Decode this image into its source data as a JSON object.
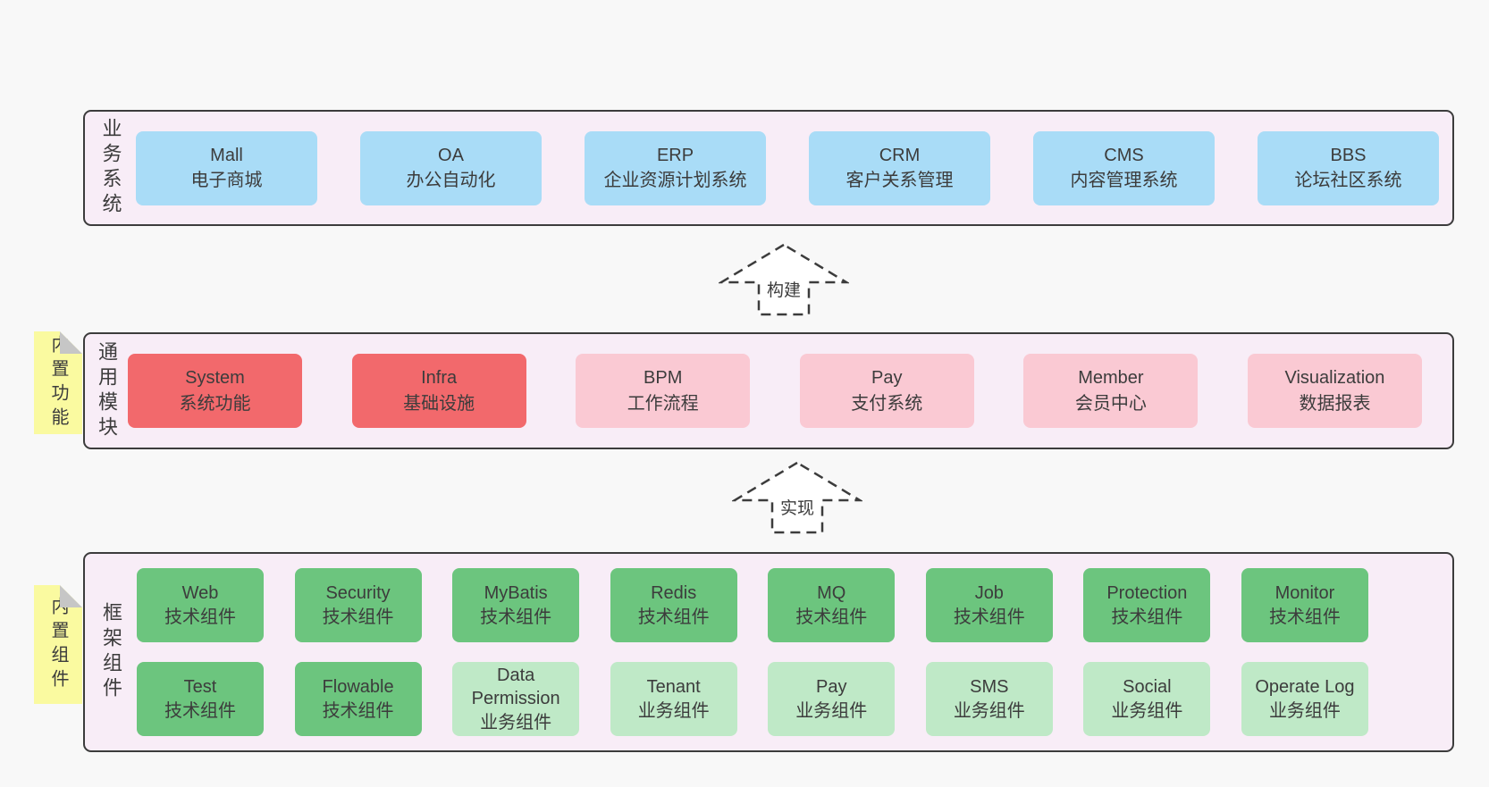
{
  "colors": {
    "page_bg": "#f8f8f8",
    "band_bg": "#f8edf7",
    "band_border": "#3c3c3c",
    "text": "#3c3c3c",
    "blue": "#a9dcf7",
    "red": "#f2696c",
    "pink": "#fac9d3",
    "green": "#6cc57e",
    "light_green": "#bfe9c7",
    "sticky_yellow": "#fafaa0",
    "sticky_fold": "#c6c6c6"
  },
  "bands": {
    "business": {
      "label": "业务系统",
      "boxes": [
        {
          "name": "Mall",
          "desc": "电子商城"
        },
        {
          "name": "OA",
          "desc": "办公自动化"
        },
        {
          "name": "ERP",
          "desc": "企业资源计划系统"
        },
        {
          "name": "CRM",
          "desc": "客户关系管理"
        },
        {
          "name": "CMS",
          "desc": "内容管理系统"
        },
        {
          "name": "BBS",
          "desc": "论坛社区系统"
        }
      ]
    },
    "modules": {
      "label": "通用模块",
      "sticky": "内置功能",
      "boxes": [
        {
          "name": "System",
          "desc": "系统功能"
        },
        {
          "name": "Infra",
          "desc": "基础设施"
        },
        {
          "name": "BPM",
          "desc": "工作流程"
        },
        {
          "name": "Pay",
          "desc": "支付系统"
        },
        {
          "name": "Member",
          "desc": "会员中心"
        },
        {
          "name": "Visualization",
          "desc": "数据报表"
        }
      ]
    },
    "framework": {
      "label": "框架组件",
      "sticky": "内置组件",
      "row1": [
        {
          "name": "Web",
          "desc": "技术组件"
        },
        {
          "name": "Security",
          "desc": "技术组件"
        },
        {
          "name": "MyBatis",
          "desc": "技术组件"
        },
        {
          "name": "Redis",
          "desc": "技术组件"
        },
        {
          "name": "MQ",
          "desc": "技术组件"
        },
        {
          "name": "Job",
          "desc": "技术组件"
        },
        {
          "name": "Protection",
          "desc": "技术组件"
        },
        {
          "name": "Monitor",
          "desc": "技术组件"
        }
      ],
      "row2": [
        {
          "name": "Test",
          "desc": "技术组件"
        },
        {
          "name": "Flowable",
          "desc": "技术组件"
        },
        {
          "name": "Data Permission",
          "desc": "业务组件"
        },
        {
          "name": "Tenant",
          "desc": "业务组件"
        },
        {
          "name": "Pay",
          "desc": "业务组件"
        },
        {
          "name": "SMS",
          "desc": "业务组件"
        },
        {
          "name": "Social",
          "desc": "业务组件"
        },
        {
          "name": "Operate Log",
          "desc": "业务组件"
        }
      ]
    }
  },
  "arrows": {
    "build": {
      "label": "构建"
    },
    "implement": {
      "label": "实现"
    }
  }
}
